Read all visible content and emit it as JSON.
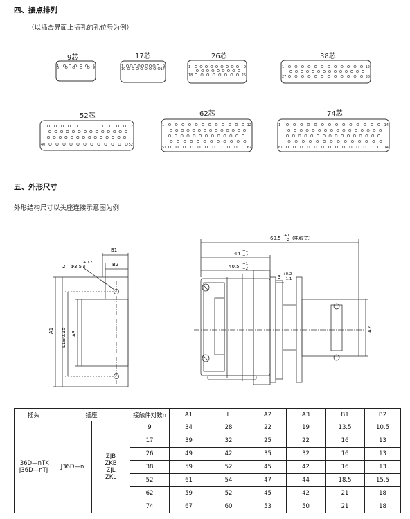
{
  "section4": {
    "title": "四、接点排列",
    "note": "（以插合界面上插孔的孔位号为例）"
  },
  "connectors": [
    {
      "label": "9芯",
      "pins": [
        "1",
        "5",
        "6",
        "9"
      ]
    },
    {
      "label": "17芯",
      "pins": [
        "1",
        "9",
        "10",
        "17"
      ]
    },
    {
      "label": "26芯",
      "pins": [
        "1",
        "9",
        "18",
        "26"
      ]
    },
    {
      "label": "38芯",
      "pins": [
        "1",
        "12",
        "27",
        "38"
      ]
    },
    {
      "label": "52芯",
      "pins": [
        "1",
        "12",
        "40",
        "52"
      ]
    },
    {
      "label": "62芯",
      "pins": [
        "1",
        "12",
        "51",
        "62"
      ]
    },
    {
      "label": "74芯",
      "pins": [
        "1",
        "14",
        "61",
        "74"
      ]
    }
  ],
  "section5": {
    "title": "五、外形尺寸",
    "note": "外形结构尺寸以头座连接示意图为例"
  },
  "drawing": {
    "b1": "B1",
    "b2": "B2",
    "hole": "2—Φ3.5",
    "hole_tol": "+0.2",
    "hole_tol2": "0",
    "a1": "A1",
    "l": "L1±0.15",
    "a3": "A3",
    "a2": "A2",
    "d1": "69.5",
    "d1_tol": "+1",
    "d1_tol2": "−2",
    "d1_suffix": "(电缆式)",
    "d2": "44",
    "d2_tol": "+1",
    "d2_tol2": "−2",
    "d3": "40.5",
    "d3_tol": "+1",
    "d3_tol2": "−2",
    "d4": "3",
    "d4_tol": "+0.2",
    "d4_tol2": "−1.1"
  },
  "table": {
    "headers": [
      "插头",
      "插座",
      "接触件对数n",
      "A1",
      "L",
      "A2",
      "A3",
      "B1",
      "B2"
    ],
    "plug": [
      "J36D—nTK",
      "J36D—nTJ"
    ],
    "socket": "J36D—n",
    "types": [
      "ZJB",
      "ZKB",
      "ZJL",
      "ZKL"
    ],
    "rows": [
      [
        "9",
        "34",
        "28",
        "22",
        "19",
        "13.5",
        "10.5"
      ],
      [
        "17",
        "39",
        "32",
        "25",
        "22",
        "16",
        "13"
      ],
      [
        "26",
        "49",
        "42",
        "35",
        "32",
        "16",
        "13"
      ],
      [
        "38",
        "59",
        "52",
        "45",
        "42",
        "16",
        "13"
      ],
      [
        "52",
        "61",
        "54",
        "47",
        "44",
        "18.5",
        "15.5"
      ],
      [
        "62",
        "59",
        "52",
        "45",
        "42",
        "21",
        "18"
      ],
      [
        "74",
        "67",
        "60",
        "53",
        "50",
        "21",
        "18"
      ]
    ]
  }
}
